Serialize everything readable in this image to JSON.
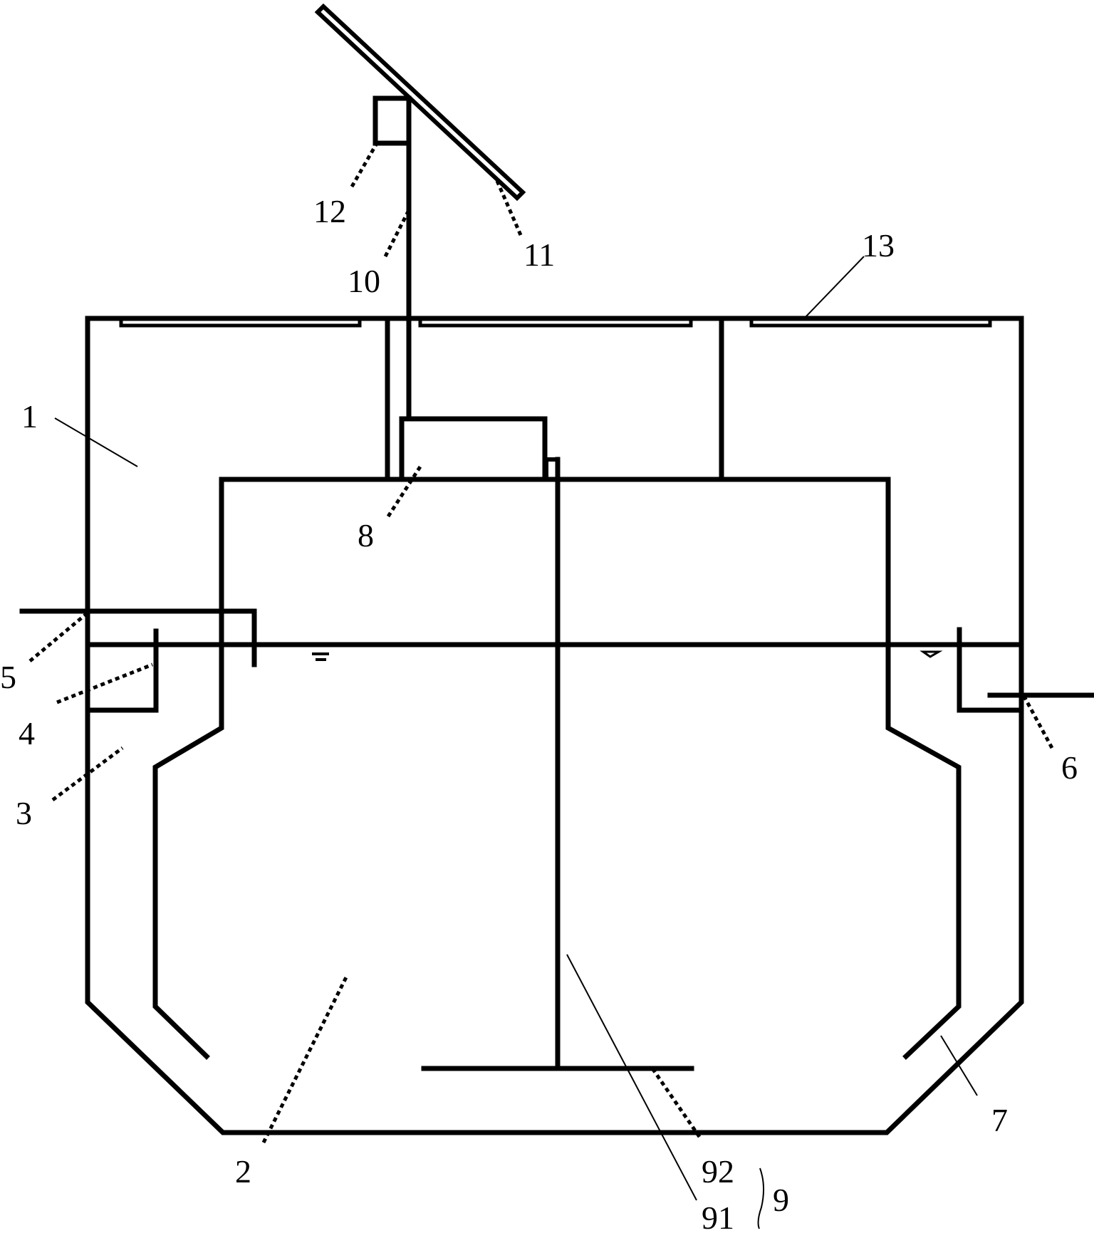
{
  "labels": {
    "l1": "1",
    "l2": "2",
    "l3": "3",
    "l4": "4",
    "l5": "5",
    "l6": "6",
    "l7": "7",
    "l8": "8",
    "l9": "9",
    "l10": "10",
    "l11": "11",
    "l12": "12",
    "l13": "13",
    "l91": "91",
    "l92": "92"
  }
}
